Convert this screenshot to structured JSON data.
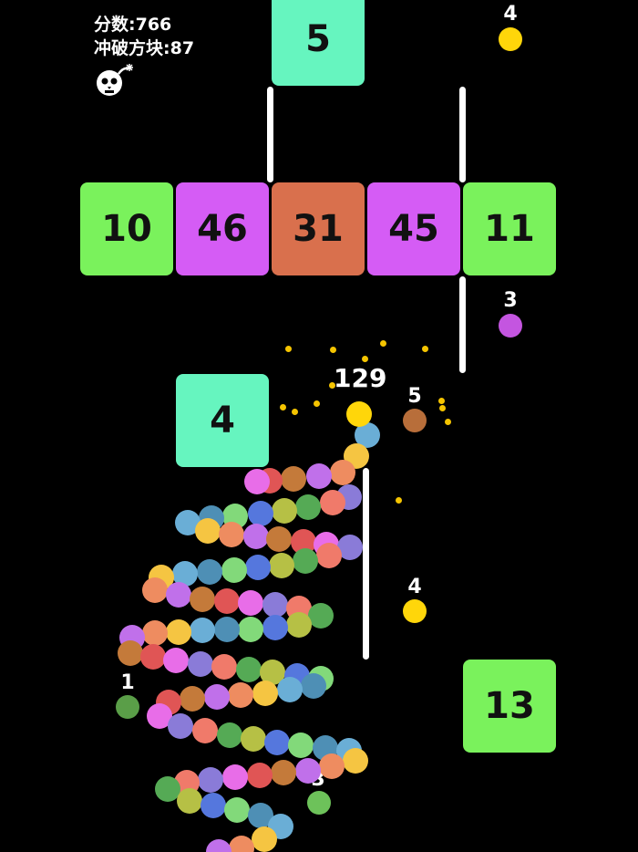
{
  "hud": {
    "score_label": "分数:766",
    "blocks_label": "冲破方块:87",
    "bomb_icon": "skull-bomb-icon"
  },
  "snake": {
    "length": "129",
    "head_color": "#ffd60a"
  },
  "blocks": [
    {
      "id": "top",
      "value": "5",
      "color": "#66f5bf"
    },
    {
      "id": "row-1",
      "value": "10",
      "color": "#7af25c"
    },
    {
      "id": "row-2",
      "value": "46",
      "color": "#d55cf5"
    },
    {
      "id": "row-3",
      "value": "31",
      "color": "#d9704d"
    },
    {
      "id": "row-4",
      "value": "45",
      "color": "#d55cf5"
    },
    {
      "id": "row-5",
      "value": "11",
      "color": "#7af25c"
    },
    {
      "id": "mid",
      "value": "4",
      "color": "#66f5bf"
    },
    {
      "id": "bottom",
      "value": "13",
      "color": "#7af25c"
    }
  ],
  "pickups": [
    {
      "value": "4",
      "color": "#ffd60a"
    },
    {
      "value": "3",
      "color": "#c455e0"
    },
    {
      "value": "5",
      "color": "#b86e3a"
    },
    {
      "value": "4",
      "color": "#ffd60a"
    },
    {
      "value": "1",
      "color": "#5a9e48"
    },
    {
      "value": "3",
      "color": "#6dc25a"
    }
  ]
}
